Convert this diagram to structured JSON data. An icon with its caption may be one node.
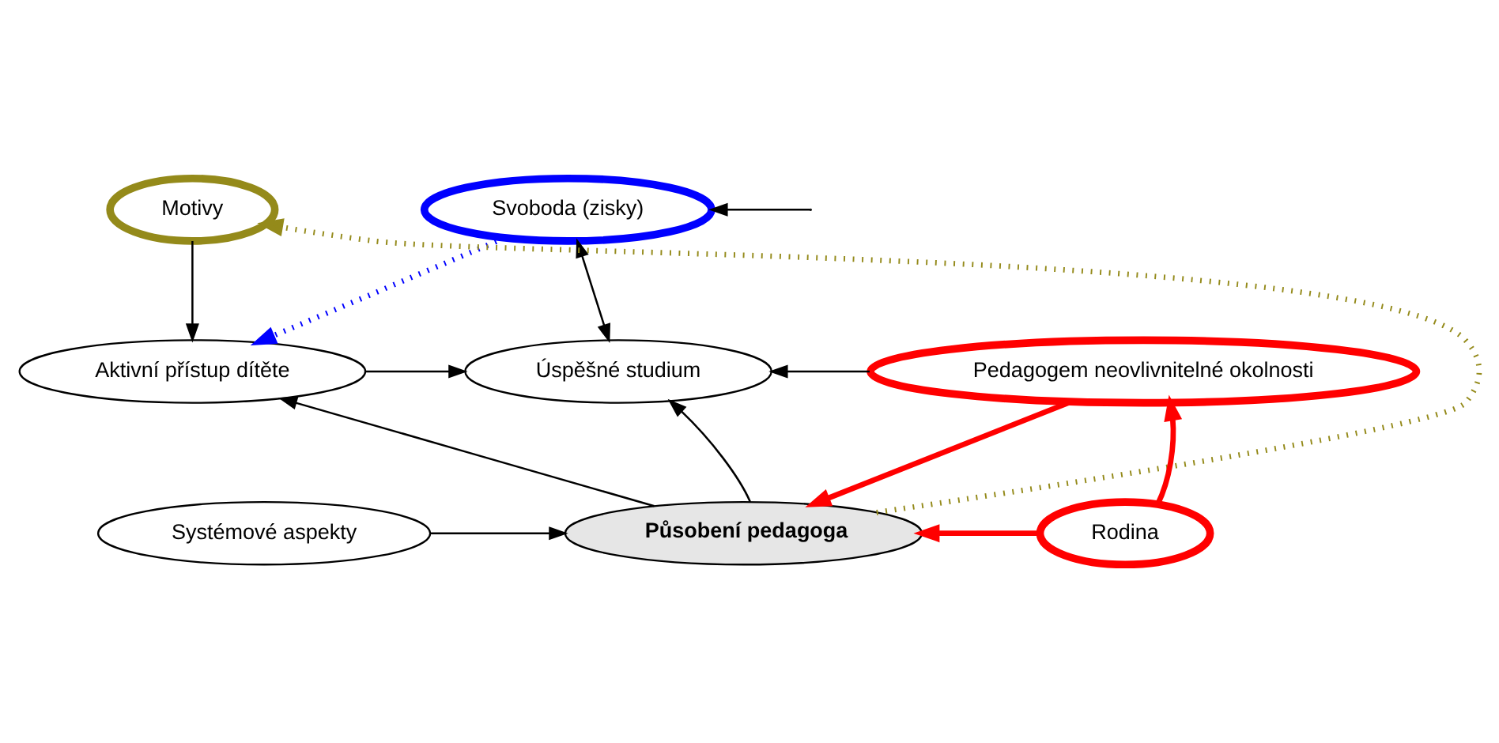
{
  "diagram": {
    "nodes": [
      {
        "text": [
          "Motivy"
        ]
      },
      {
        "text": [
          "Svoboda (zisky)"
        ]
      },
      {
        "text": [
          "Aktivní přístup dítěte"
        ]
      },
      {
        "text": [
          "Úspěšné studium"
        ]
      },
      {
        "text": [
          "Pedagogem neovlivnitelné okolnosti"
        ]
      },
      {
        "text": [
          "Systémové aspekty"
        ]
      },
      {
        "text": [
          "Působení pedagoga"
        ]
      },
      {
        "text": [
          "Rodina"
        ]
      }
    ],
    "edges": [
      {
        "from": 0,
        "to": 2,
        "arrow": "to"
      },
      {
        "from": 1,
        "to": 2,
        "arrow": "to",
        "style": "dashed",
        "color": "#0000ff"
      },
      {
        "from": 1,
        "to": 3,
        "arrow": "both"
      },
      {
        "from": null,
        "to": 1,
        "arrow": "to"
      },
      {
        "from": 2,
        "to": 3,
        "arrow": "to"
      },
      {
        "from": 4,
        "to": 3,
        "arrow": "to"
      },
      {
        "from": 6,
        "to": 2,
        "arrow": "to"
      },
      {
        "from": 6,
        "to": 3,
        "arrow": "to"
      },
      {
        "from": 4,
        "to": 6,
        "arrow": "to",
        "style": "thick",
        "color": "#ff0000"
      },
      {
        "from": 7,
        "to": 4,
        "arrow": "to",
        "style": "thick",
        "color": "#ff0000"
      },
      {
        "from": 5,
        "to": 6,
        "arrow": "to"
      },
      {
        "from": 7,
        "to": 6,
        "arrow": "to",
        "style": "thick",
        "color": "#ff0000"
      },
      {
        "from": 6,
        "to": 0,
        "arrow": "to",
        "style": "dashed",
        "color": "#948a1a"
      }
    ]
  }
}
